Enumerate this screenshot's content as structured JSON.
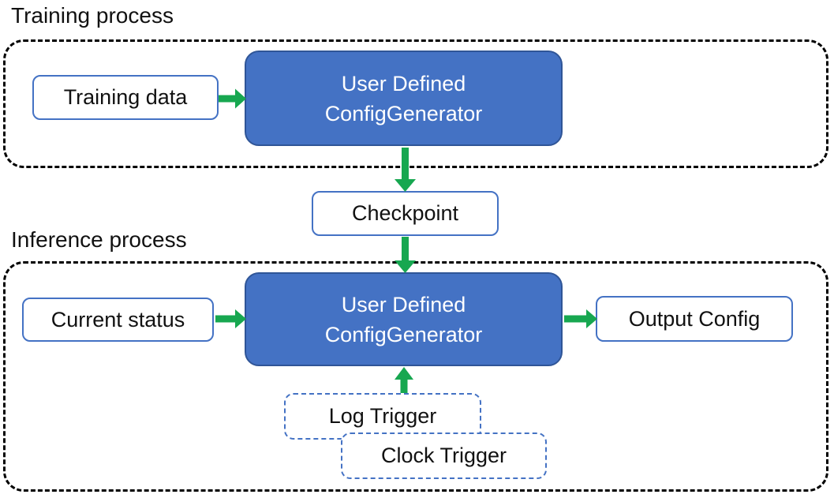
{
  "colors": {
    "node_fill": "#4472C4",
    "node_border": "#2F5597",
    "io_border": "#4472C4",
    "trigger_border": "#4472C4",
    "arrow_color": "#17A750",
    "container_border": "#000000",
    "text_dark": "#111111",
    "text_light": "#FFFFFF"
  },
  "diagram": {
    "training": {
      "section_label": "Training process",
      "input_label": "Training data",
      "node_label_line1": "User Defined",
      "node_label_line2": "ConfigGenerator"
    },
    "checkpoint_label": "Checkpoint",
    "inference": {
      "section_label": "Inference process",
      "input_label": "Current status",
      "node_label_line1": "User Defined",
      "node_label_line2": "ConfigGenerator",
      "output_label": "Output Config",
      "trigger_labels": [
        "Log Trigger",
        "Clock Trigger"
      ]
    }
  }
}
